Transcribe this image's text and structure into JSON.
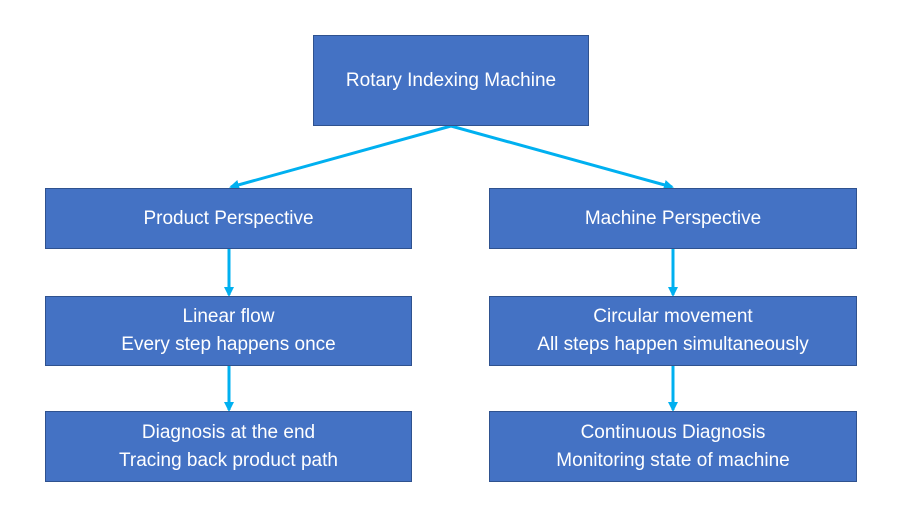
{
  "colors": {
    "box_fill": "#4472c4",
    "box_border": "#2f528f",
    "box_text": "#ffffff",
    "connector": "#00b0f0"
  },
  "nodes": {
    "root": {
      "lines": [
        "Rotary Indexing Machine"
      ]
    },
    "product": {
      "lines": [
        "Product Perspective"
      ]
    },
    "machine": {
      "lines": [
        "Machine Perspective"
      ]
    },
    "linear": {
      "lines": [
        "Linear flow",
        "Every step happens once"
      ]
    },
    "circular": {
      "lines": [
        "Circular movement",
        "All steps happen simultaneously"
      ]
    },
    "diagnosis_end": {
      "lines": [
        "Diagnosis at the end",
        "Tracing back product path"
      ]
    },
    "diagnosis_continuous": {
      "lines": [
        "Continuous Diagnosis",
        "Monitoring state of machine"
      ]
    }
  },
  "edges": [
    {
      "from": "root",
      "to": "product"
    },
    {
      "from": "root",
      "to": "machine"
    },
    {
      "from": "product",
      "to": "linear"
    },
    {
      "from": "linear",
      "to": "diagnosis_end"
    },
    {
      "from": "machine",
      "to": "circular"
    },
    {
      "from": "circular",
      "to": "diagnosis_continuous"
    }
  ]
}
